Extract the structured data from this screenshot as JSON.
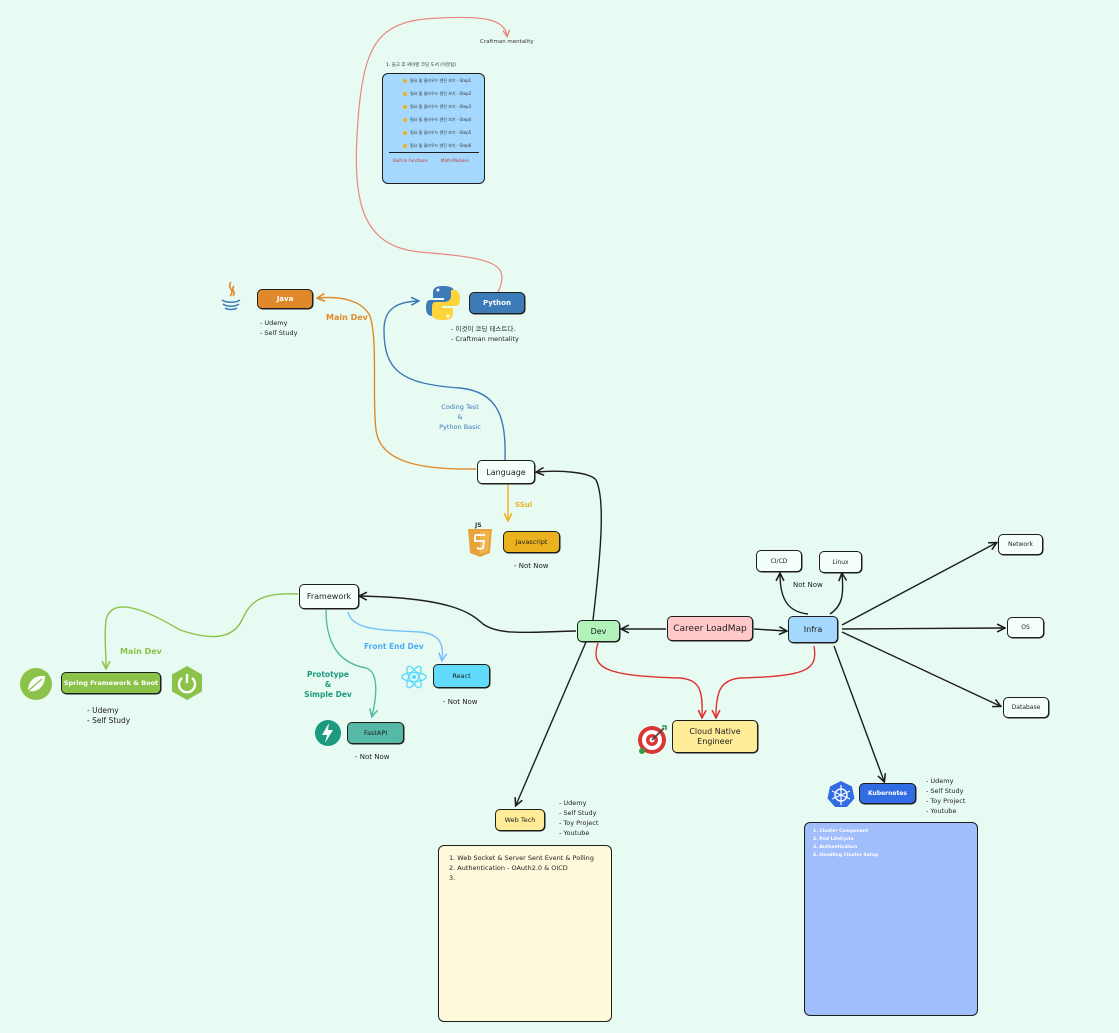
{
  "nodes": {
    "career_roadmap": "Career LoadMap",
    "dev": "Dev",
    "infra": "Infra",
    "language": "Language",
    "framework": "Framework",
    "cloud_native": "Cloud Native Engineer",
    "java": "Java",
    "python": "Python",
    "javascript": "Javascript",
    "spring": "Spring Framework & Boot",
    "react": "React",
    "fastapi": "FastAPI",
    "web_tech": "Web Tech",
    "cicd": "CI/CD",
    "linux": "Linux",
    "network": "Network",
    "os": "OS",
    "database": "Database",
    "kubernetes": "Kubernetes"
  },
  "edge_labels": {
    "main_dev_java": "Main Dev",
    "coding_test": [
      "Coding Test",
      "&",
      "Python Basic"
    ],
    "ssul": "SSul",
    "main_dev_spring": "Main Dev",
    "prototype": [
      "Prototype",
      "&",
      "Simple Dev"
    ],
    "front_end": "Front End Dev",
    "craftman_mentality": "Craftman mentality"
  },
  "notes": {
    "java": [
      "- Udemy",
      "- Self Study"
    ],
    "python": [
      "- 이것이 코딩 테스트다.",
      "- Craftman mentality"
    ],
    "javascript": "- Not Now",
    "spring": [
      "- Udemy",
      "- Self Study"
    ],
    "react": "- Not Now",
    "fastapi": "- Not Now",
    "infra_not_now": "Not Now",
    "web_tech": [
      "- Udemy",
      "- Self Study",
      "- Toy Project",
      "- Youtube"
    ],
    "kubernetes": [
      "- Udemy",
      "- Self Study",
      "- Toy Project",
      "- Youtube"
    ]
  },
  "python_card": {
    "title": "1. 들고 후 써야할 코딩 도서 (이분탐)",
    "items": [
      "필요 될 클라우드 엔진 보기 - Step1",
      "필요 될 클라우드 엔진 보기 - Step2",
      "필요 될 클라우드 엔진 보기 - Step3",
      "필요 될 클라우드 엔진 보기 - Step4",
      "필요 될 클라우드 엔진 보기 - Step5",
      "필요 될 클라우드 엔진 보기 - Step6"
    ],
    "footer_left": "Built-In Functions",
    "footer_right": "Math Modules"
  },
  "web_tech_card": [
    "1. Web Socket & Server Sent Event & Polling",
    "2. Authentication - OAuth2.0 & OICD",
    "3."
  ],
  "kubernetes_card": [
    "1. Cluster Component",
    "2. Pod LifeCycle",
    "3. Authentication",
    "4. Handling Cluster Setup"
  ],
  "colors": {
    "background": "#e8fbf2",
    "java": "#e0892b",
    "python": "#3d7ab8",
    "javascript": "#eab21f",
    "spring": "#8bc34a",
    "react": "#61dafb",
    "fastapi": "#56b9a8",
    "kubernetes": "#326ce5",
    "dev": "#b2f2bb",
    "infra": "#a5d8ff",
    "career": "#ffc9c9",
    "cloud": "#ffec99",
    "red_arrow": "#e03131"
  }
}
